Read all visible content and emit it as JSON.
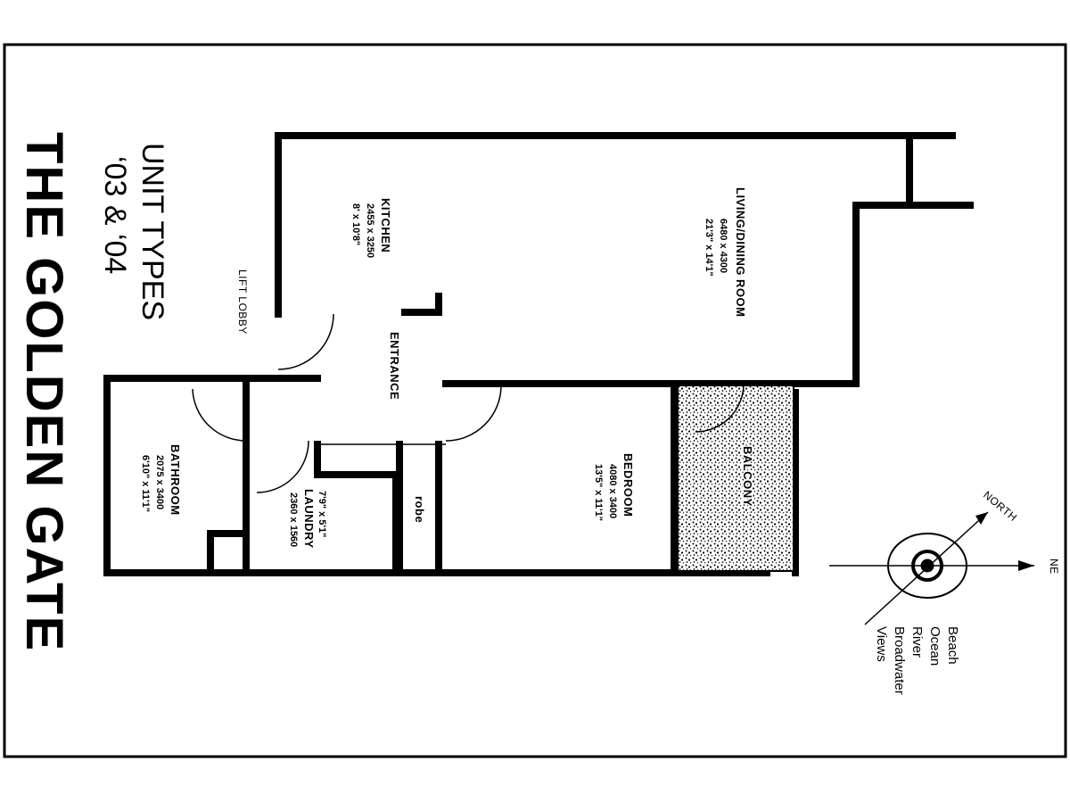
{
  "brand": {
    "name": "THE GOLDEN GATE"
  },
  "unit": {
    "line1": "UNIT TYPES",
    "line2": "‘03 & ‘04"
  },
  "rooms": {
    "living": {
      "label": "LIVING/DINING ROOM",
      "dim_metric": "6480 x 4300",
      "dim_imperial": "21'3\" x 14'1\""
    },
    "kitchen": {
      "label": "KITCHEN",
      "dim_metric": "2455 x 3250",
      "dim_imperial": "8' x 10'8\""
    },
    "bedroom": {
      "label": "BEDROOM",
      "dim_metric": "4080 x 3400",
      "dim_imperial": "13'5\" x 11'1\""
    },
    "bathroom": {
      "label": "BATHROOM",
      "dim_metric": "2075 x 3400",
      "dim_imperial": "6'10\" x 11'1\""
    },
    "laundry": {
      "label": "LAUNDRY",
      "dim_metric": "2360 x 1560",
      "dim_imperial": "7'9\" x 5'1\""
    },
    "robe": {
      "label": "robe"
    },
    "balcony": {
      "label": "BALCONY"
    },
    "entrance": {
      "label": "ENTRANCE"
    },
    "lift_lobby": {
      "label": "LIFT LOBBY"
    }
  },
  "compass": {
    "north": "NORTH",
    "ne": "NE"
  },
  "views": [
    "Beach",
    "Ocean",
    "River",
    "Broadwater",
    "Views"
  ]
}
